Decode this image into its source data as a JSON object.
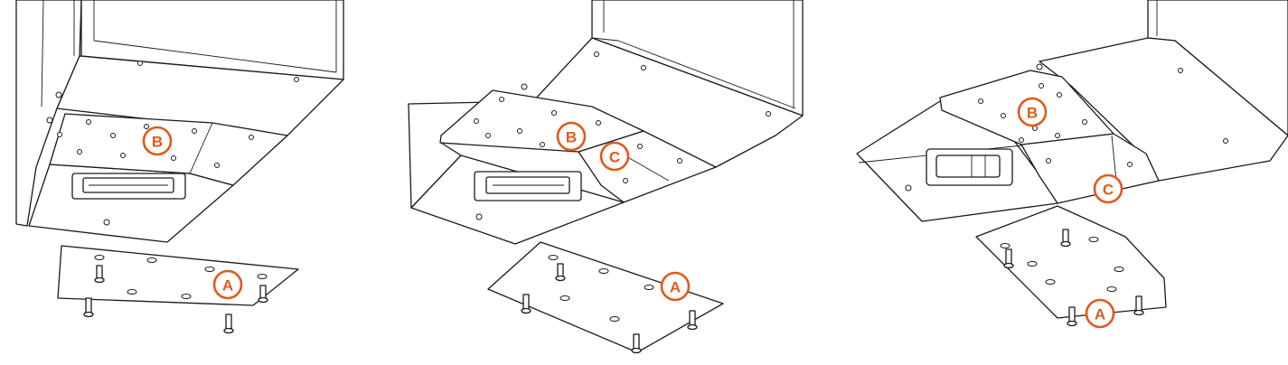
{
  "accent_color": "#e05a1c",
  "panels": [
    {
      "callouts": {
        "b": "B",
        "a": "A"
      }
    },
    {
      "callouts": {
        "b": "B",
        "c": "C",
        "a": "A"
      }
    },
    {
      "callouts": {
        "b": "B",
        "c": "C",
        "a": "A"
      }
    }
  ]
}
